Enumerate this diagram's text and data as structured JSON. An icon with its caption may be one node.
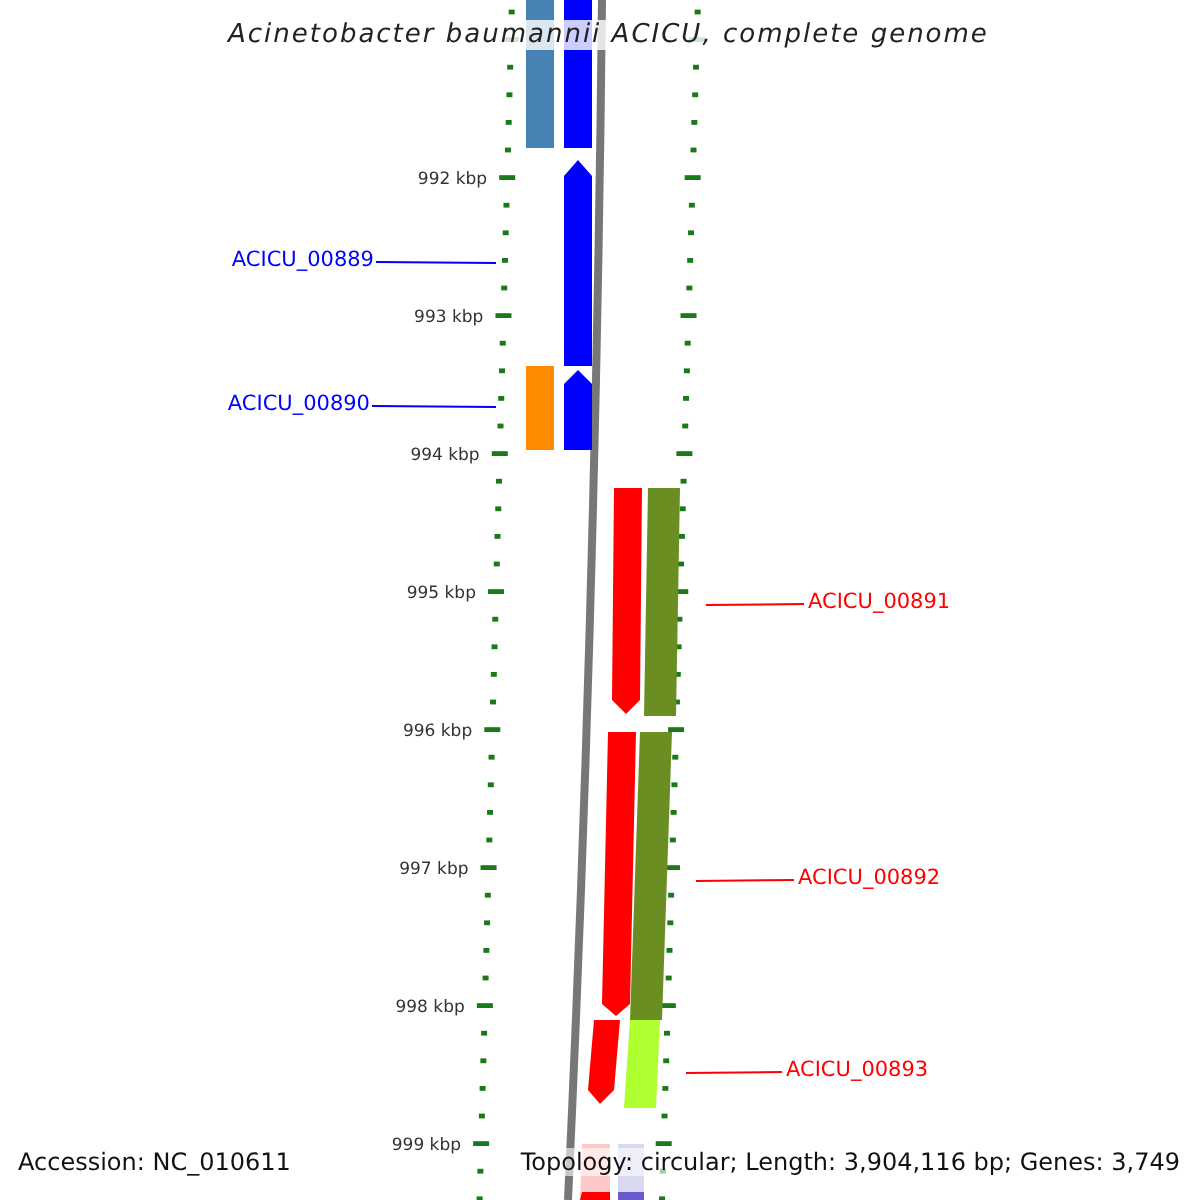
{
  "diagram": {
    "title": "Acinetobacter baumannii ACICU, complete genome",
    "nodes": [
      {
        "text": [
          "ACICU_00889"
        ]
      },
      {
        "text": [
          "ACICU_00890"
        ]
      },
      {
        "text": [
          "ACICU_00891"
        ]
      },
      {
        "text": [
          "ACICU_00892"
        ]
      },
      {
        "text": [
          "ACICU_00893"
        ]
      }
    ],
    "edges": [
      {
        "from": 0,
        "to": null,
        "arrow": "none",
        "color": "#0000ff"
      },
      {
        "from": 1,
        "to": null,
        "arrow": "none",
        "color": "#0000ff"
      },
      {
        "from": 2,
        "to": null,
        "arrow": "none"
      },
      {
        "from": 3,
        "to": null,
        "arrow": "none"
      },
      {
        "from": 4,
        "to": null,
        "arrow": "none"
      }
    ],
    "labels": [
      "992 kbp",
      "993 kbp",
      "994 kbp",
      "995 kbp",
      "996 kbp",
      "997 kbp",
      "998 kbp",
      "999 kbp",
      "Accession: NC_010611",
      "Topology: circular; Length: 3,904,116 bp; Genes: 3,749"
    ]
  }
}
